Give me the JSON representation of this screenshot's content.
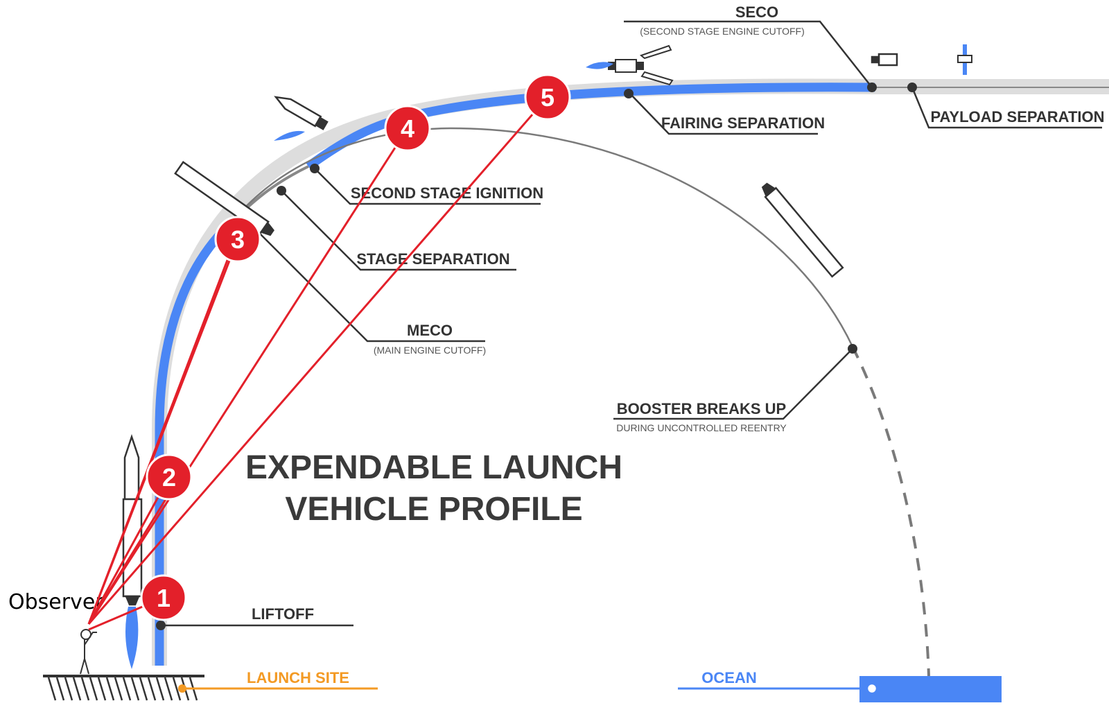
{
  "title": {
    "line1": "EXPENDABLE LAUNCH",
    "line2": "VEHICLE PROFILE"
  },
  "observer_label": "Observer",
  "stages": {
    "seco": {
      "label": "SECO",
      "sub": "(SECOND STAGE ENGINE CUTOFF)"
    },
    "payload_separation": {
      "label": "PAYLOAD SEPARATION"
    },
    "fairing_separation": {
      "label": "FAIRING SEPARATION"
    },
    "second_stage_ignition": {
      "label": "SECOND STAGE IGNITION"
    },
    "stage_separation": {
      "label": "STAGE SEPARATION"
    },
    "meco": {
      "label": "MECO",
      "sub": "(MAIN ENGINE CUTOFF)"
    },
    "booster_breakup": {
      "label": "BOOSTER BREAKS UP",
      "sub": "DURING UNCONTROLLED REENTRY"
    },
    "liftoff": {
      "label": "LIFTOFF"
    }
  },
  "ground": {
    "launch_site": "LAUNCH SITE",
    "ocean": "OCEAN"
  },
  "sight_markers": [
    "1",
    "2",
    "3",
    "4",
    "5"
  ],
  "colors": {
    "trajectory": "#4a86f5",
    "trajectory_halo": "#dcdcdc",
    "marker": "#e3202a",
    "sight_line": "#e3202a",
    "launch_site": "#f39a24",
    "ocean": "#4a86f5",
    "text": "#333333"
  },
  "icons": [
    "rocket-icon",
    "second-stage-icon",
    "fairing-icon",
    "payload-icon",
    "satellite-icon",
    "booster-icon",
    "observer-icon"
  ]
}
